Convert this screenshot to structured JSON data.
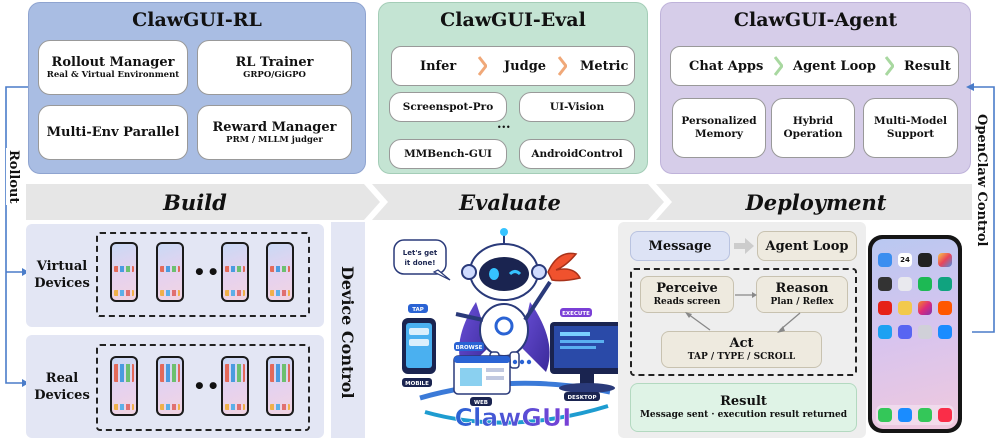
{
  "rl": {
    "title": "ClawGUI-RL",
    "rollout_manager": {
      "title": "Rollout Manager",
      "sub": "Real & Virtual Environment"
    },
    "rl_trainer": {
      "title": "RL Trainer",
      "sub": "GRPO/GiGPO"
    },
    "multi_env": {
      "title": "Multi-Env Parallel"
    },
    "reward_manager": {
      "title": "Reward Manager",
      "sub": "PRM / MLLM judger"
    }
  },
  "eval": {
    "title": "ClawGUI-Eval",
    "flow": [
      "Infer",
      "Judge",
      "Metric"
    ],
    "benchmarks": [
      "Screenspot-Pro",
      "UI-Vision",
      "MMBench-GUI",
      "AndroidControl"
    ],
    "ellipsis": "..."
  },
  "agent": {
    "title": "ClawGUI-Agent",
    "flow": [
      "Chat Apps",
      "Agent Loop",
      "Result"
    ],
    "features": [
      {
        "l1": "Personalized",
        "l2": "Memory"
      },
      {
        "l1": "Hybrid",
        "l2": "Operation"
      },
      {
        "l1": "Multi-Model",
        "l2": "Support"
      }
    ]
  },
  "band": {
    "build": "Build",
    "evaluate": "Evaluate",
    "deployment": "Deployment"
  },
  "side": {
    "left": "Rollout",
    "right": "OpenClaw Control"
  },
  "build": {
    "virtual": {
      "l1": "Virtual",
      "l2": "Devices"
    },
    "real": {
      "l1": "Real",
      "l2": "Devices"
    },
    "dots": "•••",
    "device_control": "Device Control"
  },
  "illustration": {
    "bubble": "Let's get it done!",
    "tags": [
      "TAP",
      "BROWSE",
      "EXECUTE",
      "MOBILE",
      "WEB",
      "DESKTOP"
    ],
    "logo": "ClawGUI"
  },
  "deploy": {
    "message": "Message",
    "agent_loop": "Agent Loop",
    "perceive": {
      "title": "Perceive",
      "sub": "Reads screen"
    },
    "reason": {
      "title": "Reason",
      "sub": "Plan / Reflex"
    },
    "act": {
      "title": "Act",
      "sub": "TAP / TYPE / SCROLL"
    },
    "result": {
      "title": "Result",
      "sub": "Message sent · execution result returned"
    },
    "phone_date": "24"
  },
  "colors": {
    "rl_panel": "#a9bde3",
    "eval_panel": "#c4e4d3",
    "agent_panel": "#d6cde9",
    "eval_chevron": "#f0a878",
    "agent_chevron": "#a8d8a0",
    "side_arrow": "#4a7cc9"
  }
}
